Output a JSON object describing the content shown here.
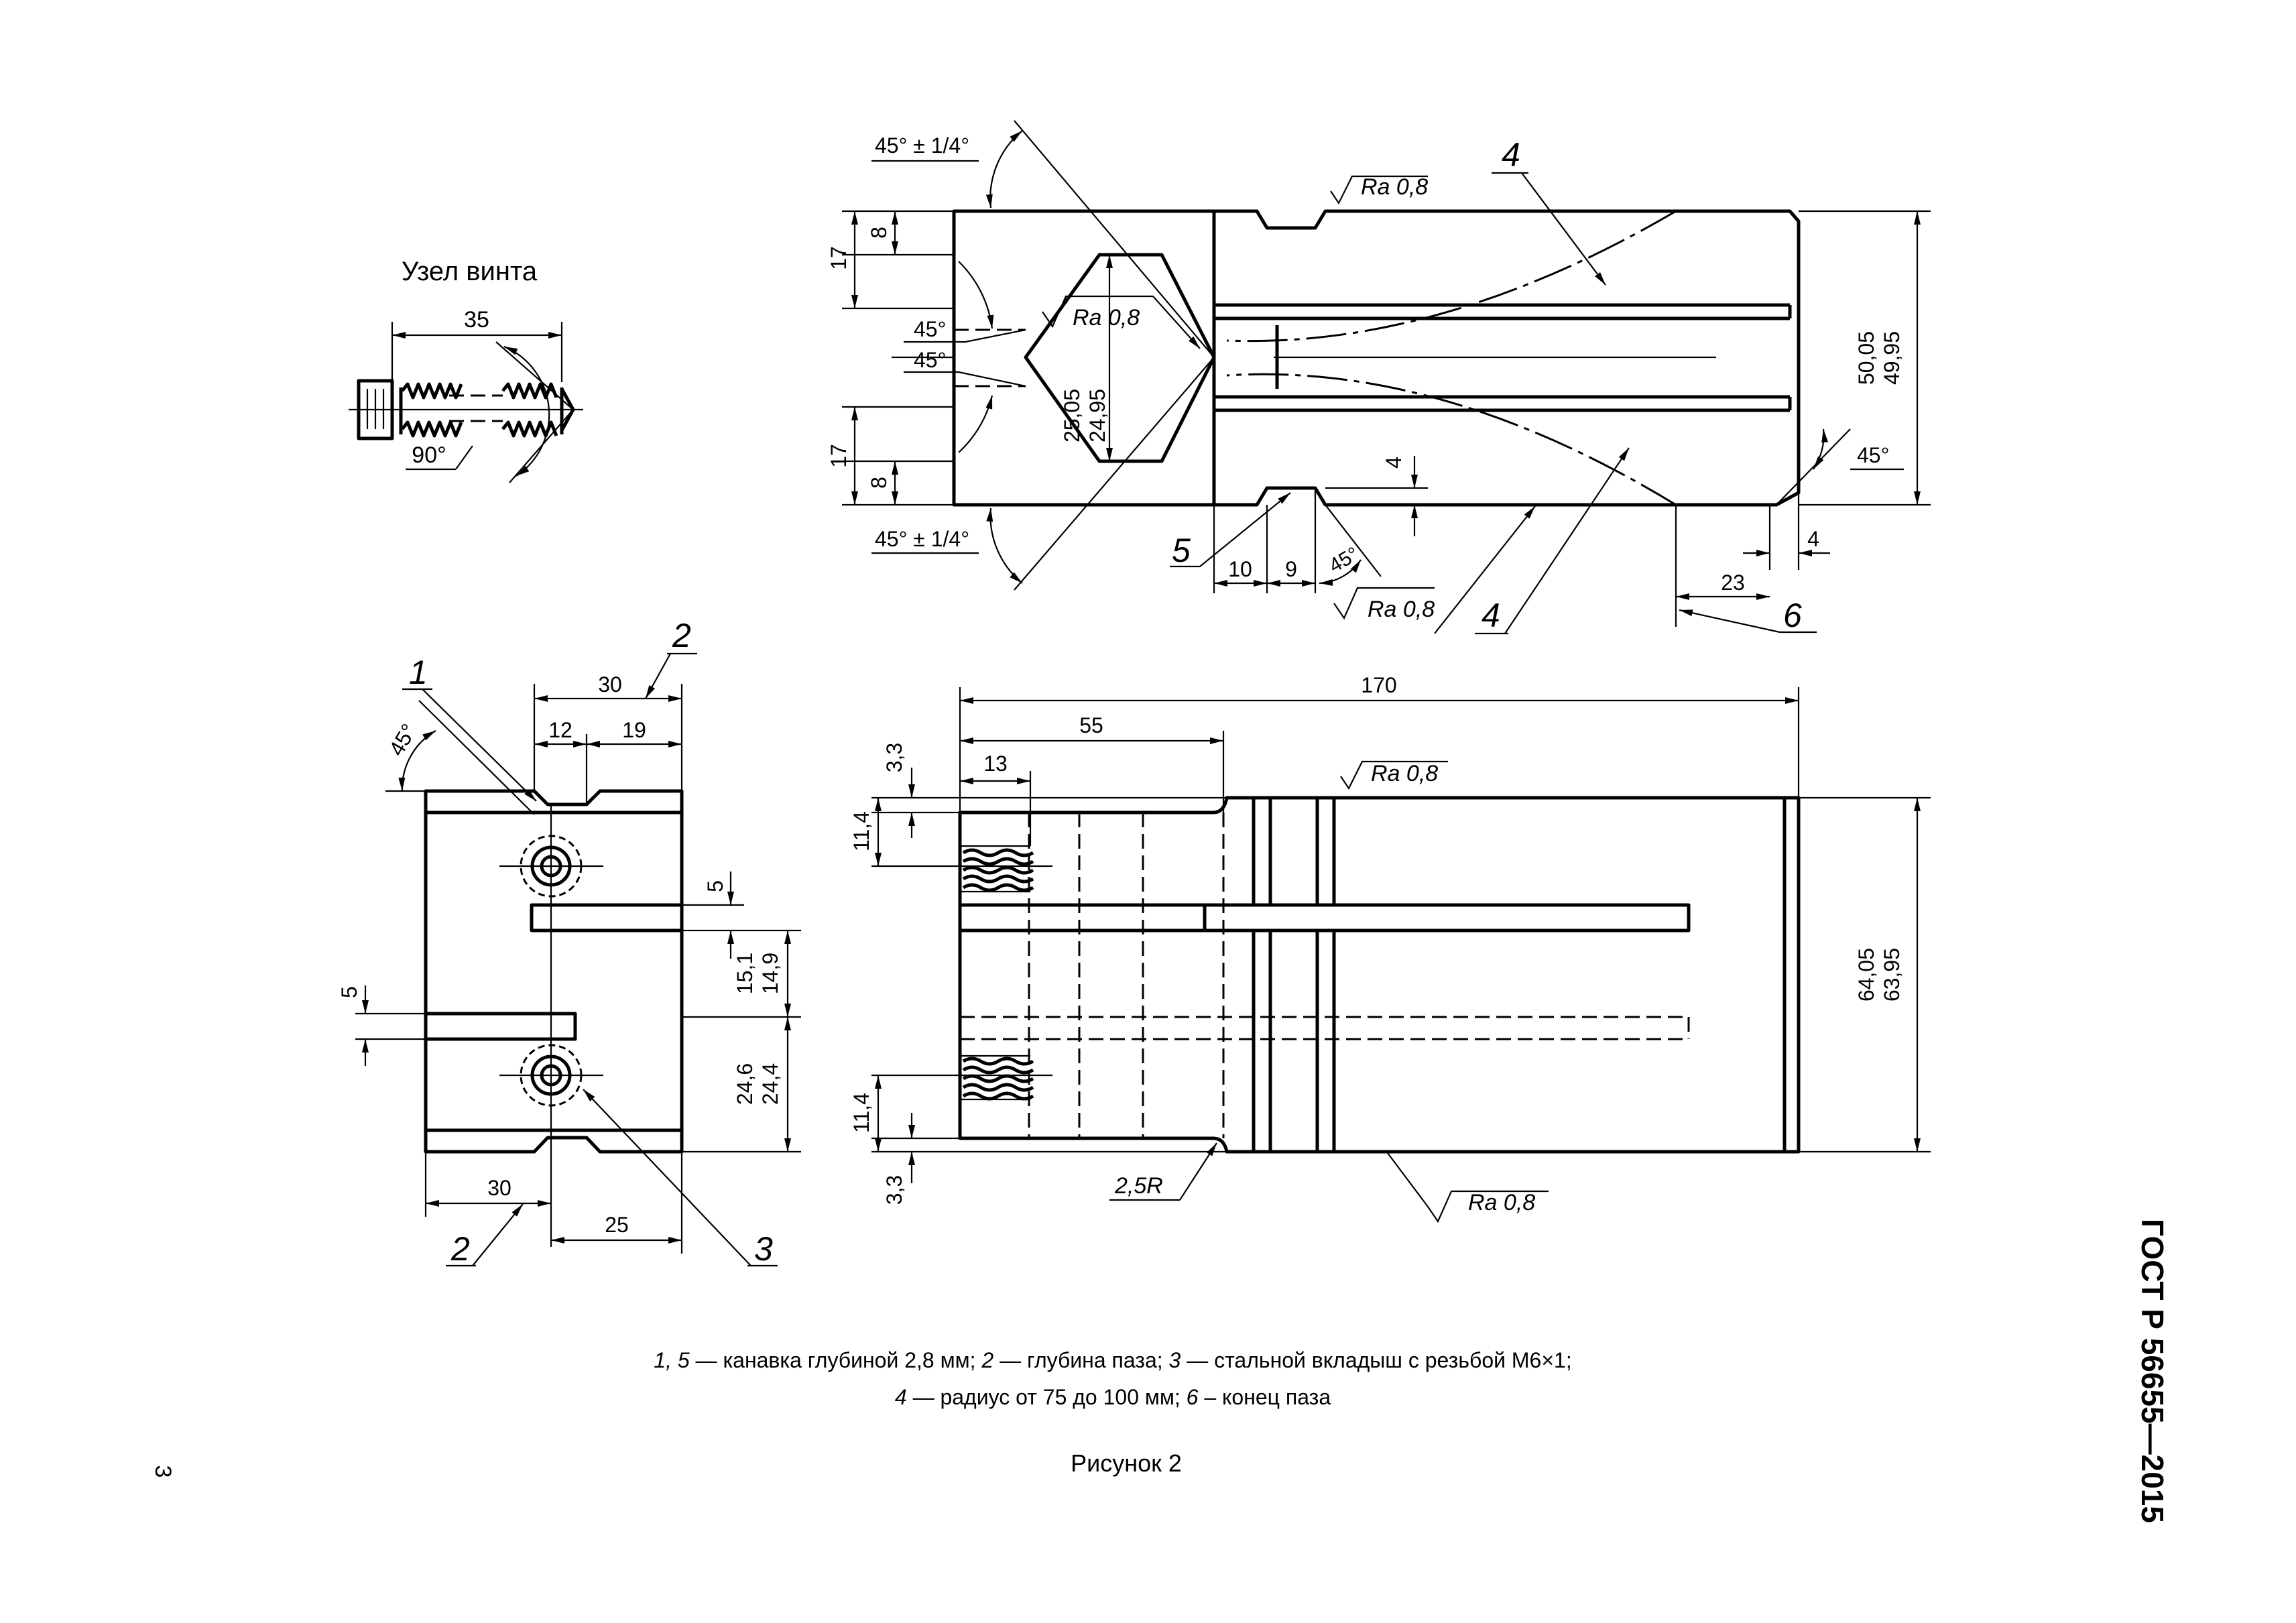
{
  "document": {
    "standard_code": "ГОСТ Р 56655—2015",
    "page_number": "3",
    "figure_caption": "Рисунок 2",
    "legend": {
      "line1": [
        {
          "text": "1, 5",
          "italic": true
        },
        {
          "text": " — канавка глубиной 2,8 мм; ",
          "italic": false
        },
        {
          "text": "2",
          "italic": true
        },
        {
          "text": " — глубина паза; ",
          "italic": false
        },
        {
          "text": "3",
          "italic": true
        },
        {
          "text": " — стальной вкладыш с резьбой М6×1;",
          "italic": false
        }
      ],
      "line2": [
        {
          "text": "4",
          "italic": true
        },
        {
          "text": " — радиус от 75 до 100 мм; ",
          "italic": false
        },
        {
          "text": "6",
          "italic": true
        },
        {
          "text": " – конец паза",
          "italic": false
        }
      ]
    }
  },
  "screw_view": {
    "title": "Узел винта",
    "dim_length": "35",
    "dim_angle": "90°"
  },
  "top_view": {
    "angle_top": "45° ± 1/4°",
    "angle_bottom": "45° ± 1/4°",
    "dim_17_top": "17",
    "dim_8_top": "8",
    "dim_17_bottom": "17",
    "dim_8_bottom": "8",
    "angle_inner_1": "45°",
    "angle_inner_2": "45°",
    "roughness_inner": "Ra 0,8",
    "roughness_top": "Ra 0,8",
    "roughness_bottom": "Ra 0,8",
    "dim_vee_1": "25,05",
    "dim_vee_2": "24,95",
    "dim_height_1": "50,05",
    "dim_height_2": "49,95",
    "dim_4_groove": "4",
    "dim_10": "10",
    "dim_9": "9",
    "angle_groove": "45°",
    "angle_chamfer": "45°",
    "dim_23": "23",
    "dim_4_chamfer": "4",
    "callout_4a": "4",
    "callout_4b": "4",
    "callout_5": "5",
    "callout_6": "6"
  },
  "end_view": {
    "callout_1": "1",
    "callout_2_top": "2",
    "callout_2_bottom": "2",
    "callout_3": "3",
    "angle_45": "45°",
    "dim_30_top": "30",
    "dim_12": "12",
    "dim_19": "19",
    "dim_5_right": "5",
    "dim_5_left": "5",
    "dim_15_1": "15,1",
    "dim_14_9": "14,9",
    "dim_24_6": "24,6",
    "dim_24_4": "24,4",
    "dim_30_bottom": "30",
    "dim_25": "25"
  },
  "front_view": {
    "dim_170": "170",
    "dim_55": "55",
    "dim_13": "13",
    "dim_3_3_top": "3,3",
    "dim_11_4_top": "11,4",
    "dim_11_4_bottom": "11,4",
    "dim_3_3_bottom": "3,3",
    "dim_height_1": "64,05",
    "dim_height_2": "63,95",
    "radius": "2,5R",
    "roughness_top": "Ra 0,8",
    "roughness_bottom": "Ra 0,8"
  }
}
